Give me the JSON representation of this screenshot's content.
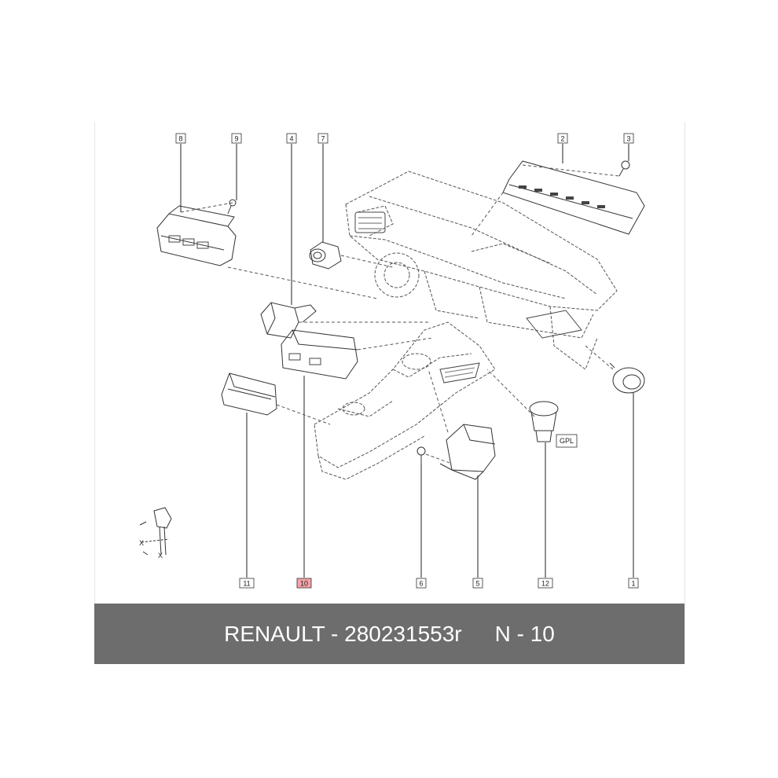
{
  "colors": {
    "footer_bg": "#6d6d6d",
    "highlight": "#f4a3a8",
    "line": "#333333",
    "dash": "#555555"
  },
  "callouts": [
    {
      "id": "1",
      "label": "1"
    },
    {
      "id": "2",
      "label": "2"
    },
    {
      "id": "3",
      "label": "3"
    },
    {
      "id": "4",
      "label": "4"
    },
    {
      "id": "5",
      "label": "5"
    },
    {
      "id": "6",
      "label": "6"
    },
    {
      "id": "7",
      "label": "7"
    },
    {
      "id": "8",
      "label": "8"
    },
    {
      "id": "9",
      "label": "9"
    },
    {
      "id": "10",
      "label": "10",
      "highlighted": true
    },
    {
      "id": "11",
      "label": "11"
    },
    {
      "id": "12",
      "label": "12"
    }
  ],
  "annotations": {
    "gpl": "GPL",
    "x1": "X",
    "x2": "X"
  },
  "footer": {
    "part": "RENAULT - 280231553r",
    "ref": "N - 10"
  }
}
